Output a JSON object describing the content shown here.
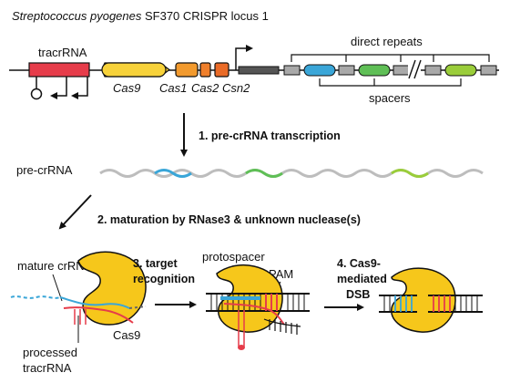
{
  "title": {
    "species": "Streptococcus pyogenes",
    "rest": " SF370 CRISPR locus 1"
  },
  "locus": {
    "tracr_label": "tracrRNA",
    "genes": [
      "Cas9",
      "Cas1",
      "Cas2",
      "Csn2"
    ],
    "direct_repeats_label": "direct repeats",
    "spacers_label": "spacers"
  },
  "steps": {
    "step1": "1. pre-crRNA transcription",
    "step2": "2. maturation by RNase3 & unknown nuclease(s)",
    "step3_line1": "3. target",
    "step3_line2": "recognition",
    "step4_line1": "4. Cas9-",
    "step4_line2": "mediated",
    "step4_line3": "DSB"
  },
  "labels": {
    "pre_crrna": "pre-crRNA",
    "mature_crrna": "mature crRNA",
    "cas9": "Cas9",
    "processed_line1": "processed",
    "processed_line2": "tracrRNA",
    "protospacer": "protospacer",
    "pam": "PAM"
  },
  "colors": {
    "tracr": "#e63c4a",
    "cas9": "#f7d23a",
    "cas1": "#f29a2e",
    "cas2": "#ef7f2b",
    "csn2": "#ea6b27",
    "leader": "#555555",
    "repeat": "#a9a9a9",
    "spacer_blue": "#3aa6d8",
    "spacer_green": "#5fbf56",
    "spacer_lime": "#9acd3a",
    "protein": "#f6c71b"
  }
}
